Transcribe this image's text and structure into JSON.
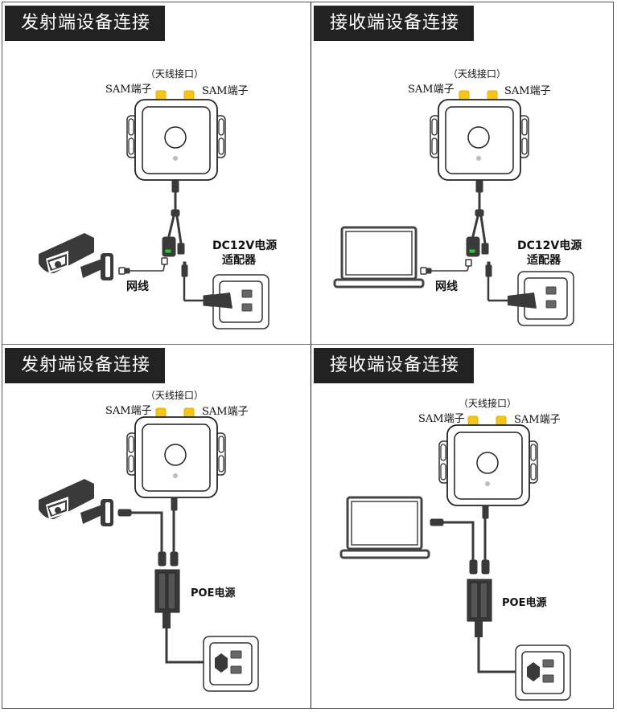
{
  "panels": [
    {
      "title": "发射端设备连接",
      "antenna_label": "（天线接口）",
      "sam_left": "SAM端子",
      "sam_right": "SAM端子",
      "device": "camera",
      "cable_label": "网线",
      "power_label_line1": "DC12V电源",
      "power_label_line2": "适配器"
    },
    {
      "title": "接收端设备连接",
      "antenna_label": "（天线接口）",
      "sam_left": "SAM端子",
      "sam_right": "SAM端子",
      "device": "laptop",
      "cable_label": "网线",
      "power_label_line1": "DC12V电源",
      "power_label_line2": "适配器"
    },
    {
      "title": "发射端设备连接",
      "antenna_label": "（天线接口）",
      "sam_left": "SAM端子",
      "sam_right": "SAM端子",
      "device": "camera",
      "poe_label": "POE电源"
    },
    {
      "title": "接收端设备连接",
      "antenna_label": "（天线接口）",
      "sam_left": "SAM端子",
      "sam_right": "SAM端子",
      "device": "laptop",
      "poe_label": "POE电源"
    }
  ],
  "colors": {
    "banner_bg": "#222222",
    "banner_text": "#ffffff",
    "sam_connector": "#f5c518",
    "led_green": "#22cc33",
    "device_dark": "#3a3a3a"
  },
  "icons": [
    "camera-icon",
    "laptop-icon",
    "radio-module-icon",
    "power-outlet-icon",
    "dc-adapter-icon",
    "poe-injector-icon",
    "rj45-plug-icon"
  ]
}
